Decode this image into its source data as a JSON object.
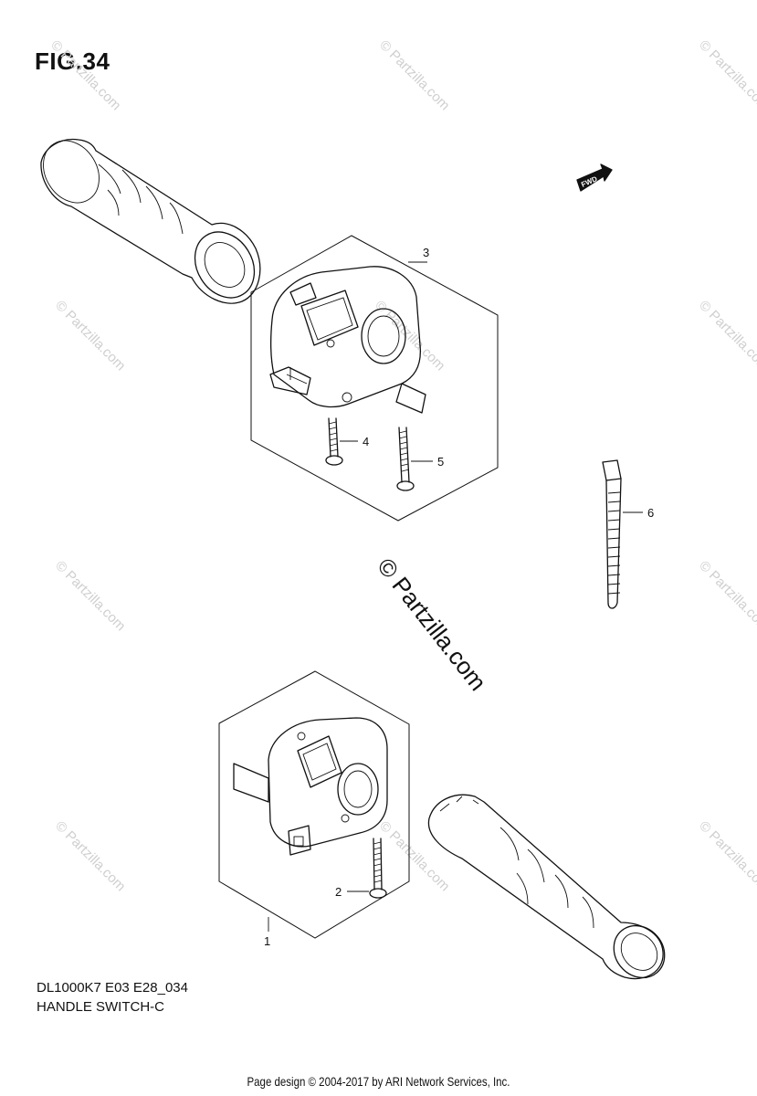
{
  "figure": {
    "title": "FIG.34"
  },
  "reference": {
    "model_code": "DL1000K7 E03 E28_034",
    "name": "HANDLE SWITCH-C"
  },
  "footer": {
    "credit": "Page design © 2004-2017 by ARI Network Services, Inc."
  },
  "watermark": {
    "small": "© Partzilla.com",
    "large": "© Partzilla.com"
  },
  "fwd_marker": {
    "label": "FWD"
  },
  "callouts": [
    {
      "number": "1",
      "part": "handle switch left"
    },
    {
      "number": "2",
      "part": "screw"
    },
    {
      "number": "3",
      "part": "handle switch right"
    },
    {
      "number": "4",
      "part": "screw"
    },
    {
      "number": "5",
      "part": "screw"
    },
    {
      "number": "6",
      "part": "cable tie"
    }
  ]
}
